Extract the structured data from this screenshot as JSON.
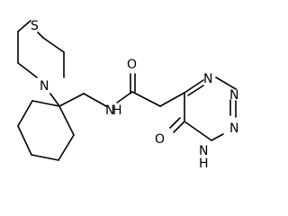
{
  "molecule": {
    "atoms": {
      "s": "S",
      "n_morph": "N",
      "n_amide": "N",
      "h_amide": "H",
      "o_amide": "O",
      "o_ring": "O",
      "n_triazine_a": "N",
      "n_triazine_b": "N",
      "n_triazine_c": "N",
      "h_triazine": "H"
    },
    "bond_color": "#000000"
  }
}
